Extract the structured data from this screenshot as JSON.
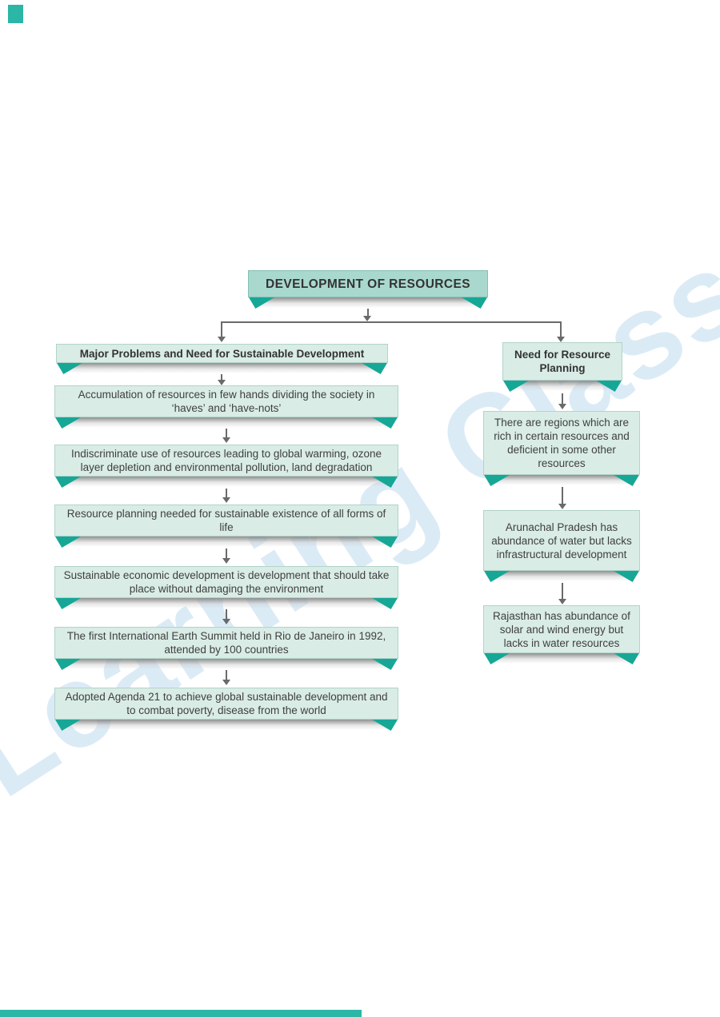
{
  "page": {
    "watermark": "Learning Classes"
  },
  "title": {
    "label": "DEVELOPMENT OF RESOURCES"
  },
  "left_column": {
    "header": "Major Problems and Need for Sustainable Development",
    "boxes": [
      {
        "text": "Accumulation of resources in few hands dividing the society in ‘haves’ and ‘have-nots’"
      },
      {
        "text": "Indiscriminate use of resources leading to global warming, ozone layer depletion and environmental pollution, land degradation"
      },
      {
        "text": "Resource planning needed for sustainable existence of all forms of life"
      },
      {
        "text": "Sustainable economic development is development that should take place without damaging the environment"
      },
      {
        "text": "The first International Earth Summit held in Rio de Janeiro in 1992, attended by 100 countries"
      },
      {
        "text": "Adopted Agenda 21 to achieve global sustainable development and to combat poverty, disease from the world"
      }
    ]
  },
  "right_column": {
    "header": "Need for Resource Planning",
    "boxes": [
      {
        "text": "There are regions which are rich in certain resources and deficient in some other resources"
      },
      {
        "text": "Arunachal Pradesh has abundance of water but lacks infrastructural development"
      },
      {
        "text": "Rajasthan has abundance of solar and wind energy but lacks in water resources"
      }
    ]
  },
  "colors": {
    "box_fill": "#d9ece6",
    "title_fill": "#a8d8ce",
    "ribbon_teal": "#16a796",
    "arrow_gray": "#6a6a6a",
    "watermark_blue": "#b9d9ee",
    "corner_teal": "#2cb6a6",
    "text": "#3f3f3f"
  }
}
